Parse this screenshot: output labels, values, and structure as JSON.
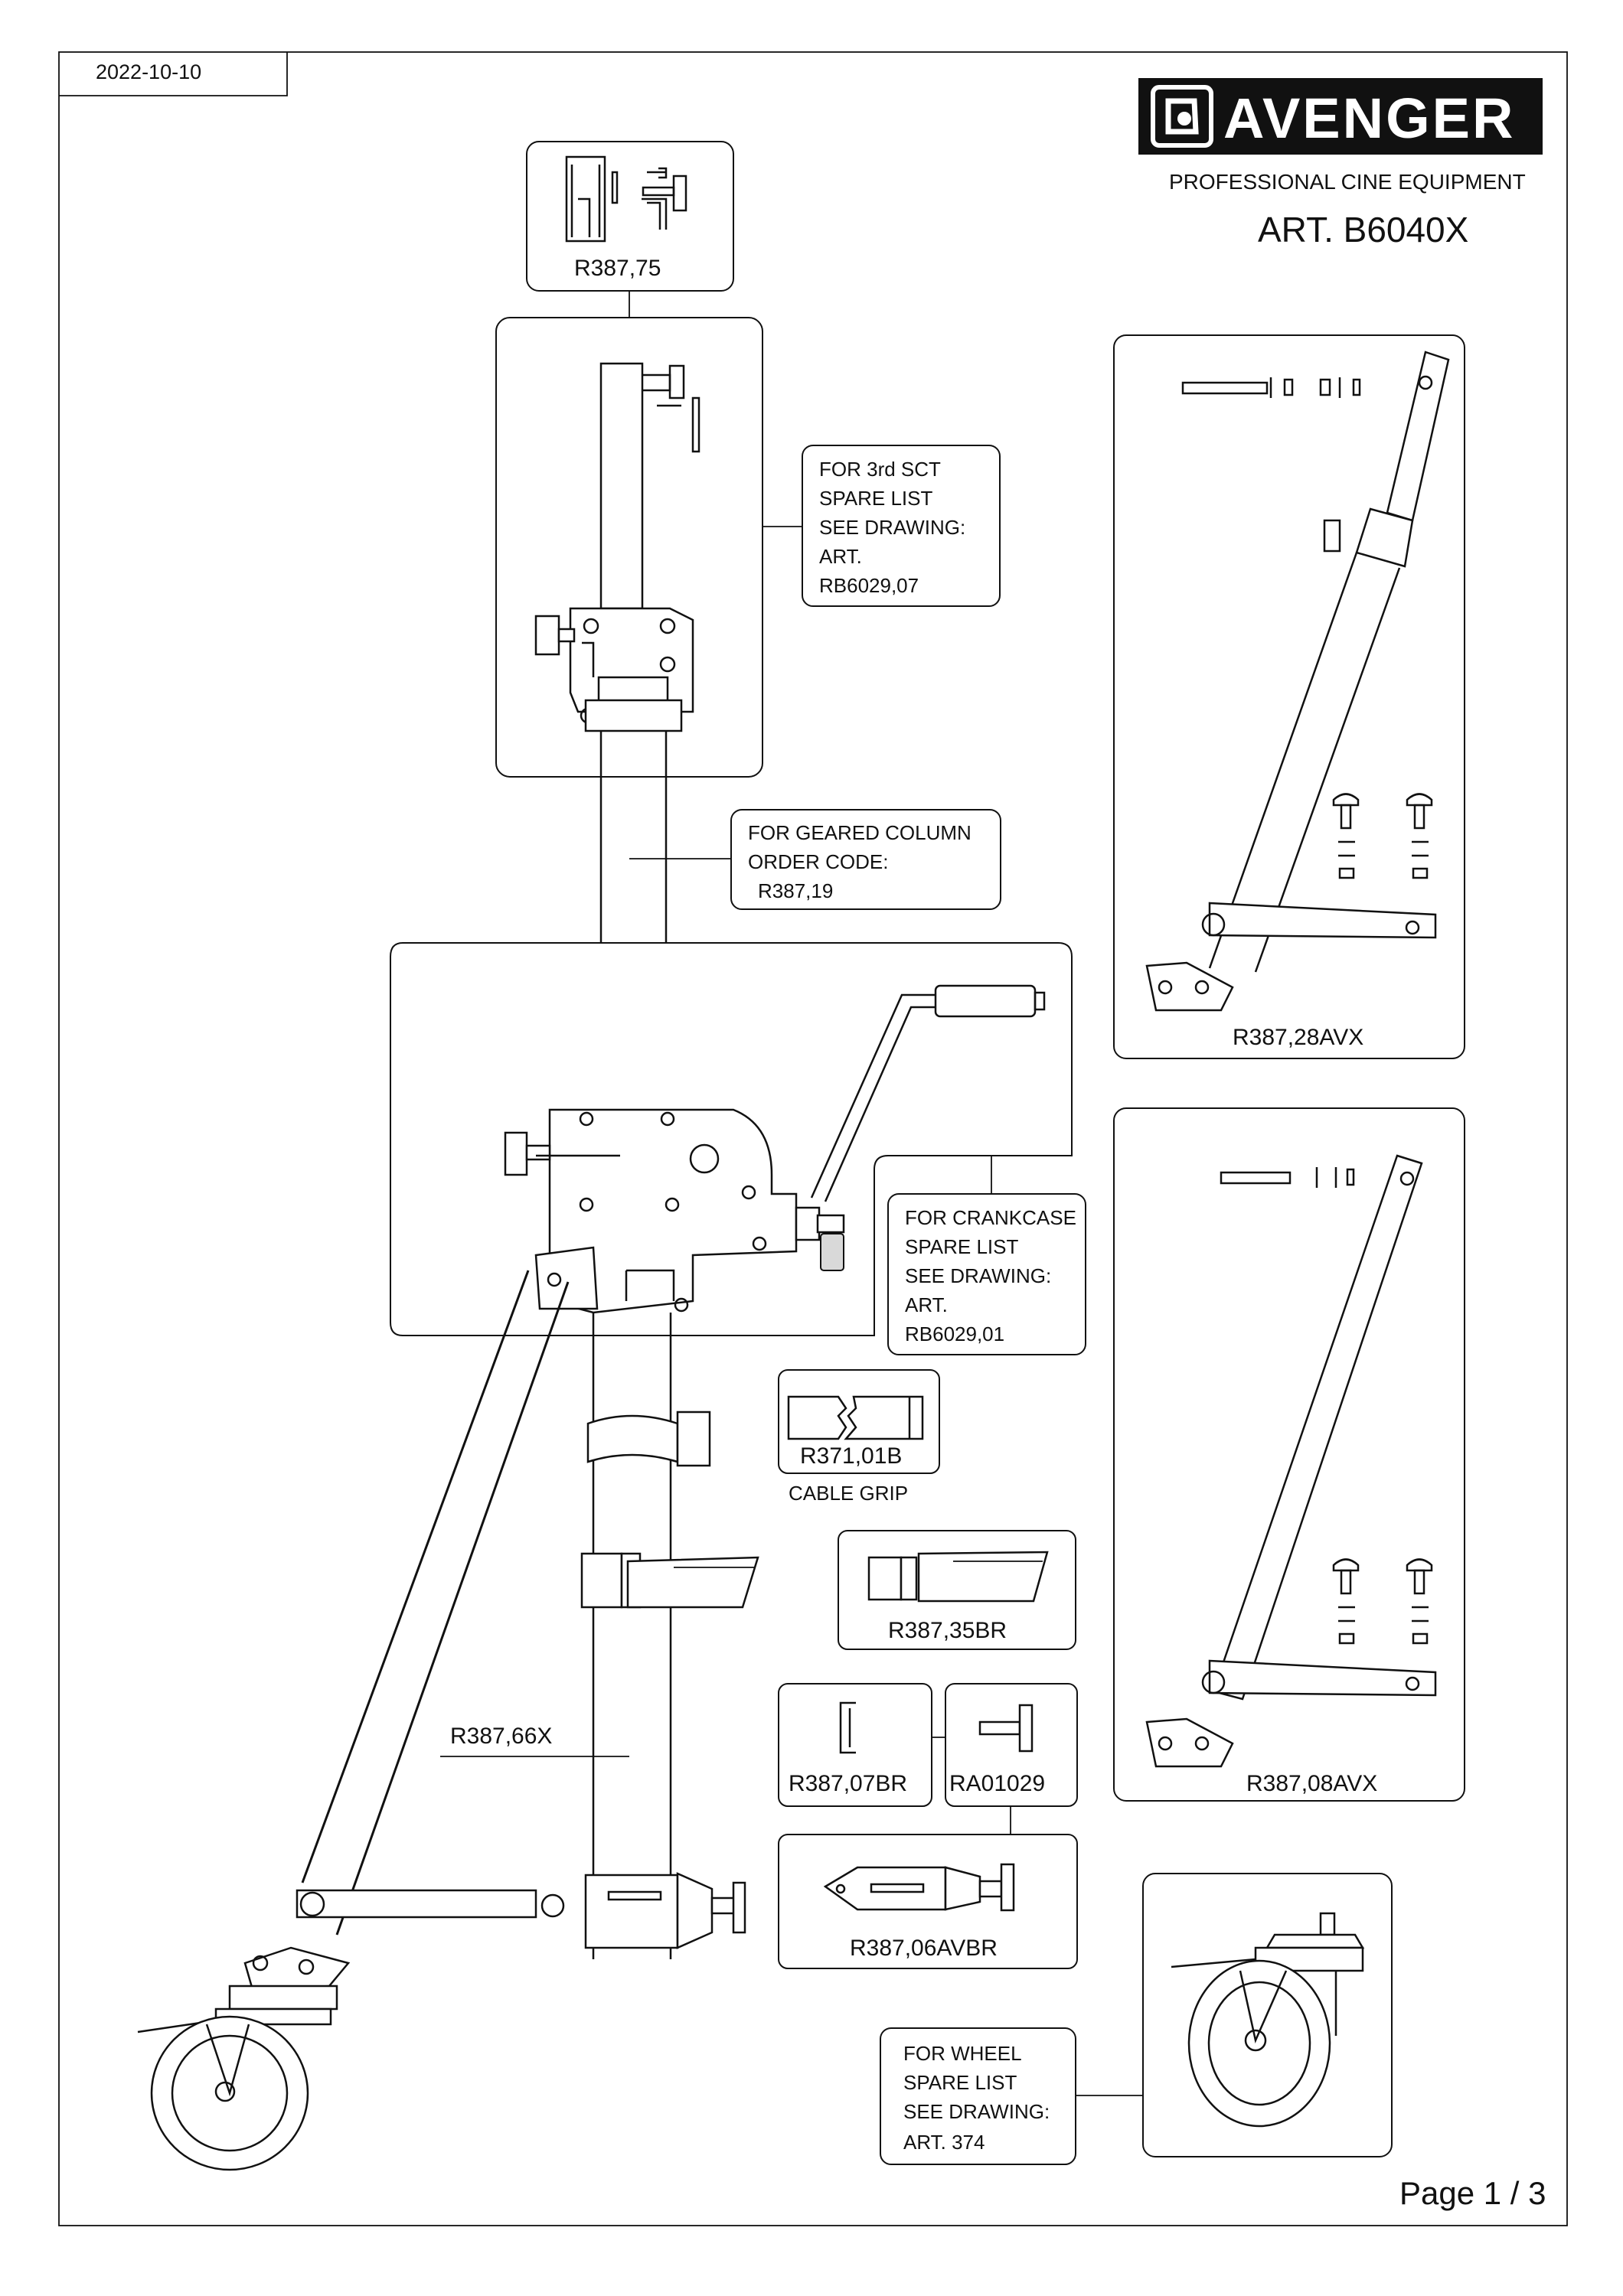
{
  "header": {
    "date": "2022-10-10",
    "brand": "AVENGER",
    "tagline": "PROFESSIONAL CINE EQUIPMENT",
    "article": "ART. B6040X"
  },
  "footer": {
    "page": "Page 1 / 3"
  },
  "parts": {
    "r387_75": "R387,75",
    "r387_66x": "R387,66X",
    "r371_01b": "R371,01B",
    "cable_grip": "CABLE GRIP",
    "r387_35br": "R387,35BR",
    "r387_07br": "R387,07BR",
    "ra01029": "RA01029",
    "r387_06avbr": "R387,06AVBR",
    "r387_28avx": "R387,28AVX",
    "r387_08avx": "R387,08AVX"
  },
  "notes": {
    "third_section": [
      "FOR 3rd SCT",
      "SPARE LIST",
      "SEE DRAWING:",
      "ART.",
      "RB6029,07"
    ],
    "geared_column": [
      "FOR GEARED COLUMN",
      "ORDER CODE:",
      "R387,19"
    ],
    "crankcase": [
      "FOR CRANKCASE",
      "SPARE LIST",
      "SEE DRAWING:",
      "ART.",
      "RB6029,01"
    ],
    "wheel": [
      "FOR WHEEL",
      "SPARE LIST",
      "SEE DRAWING:",
      "ART. 374"
    ]
  }
}
